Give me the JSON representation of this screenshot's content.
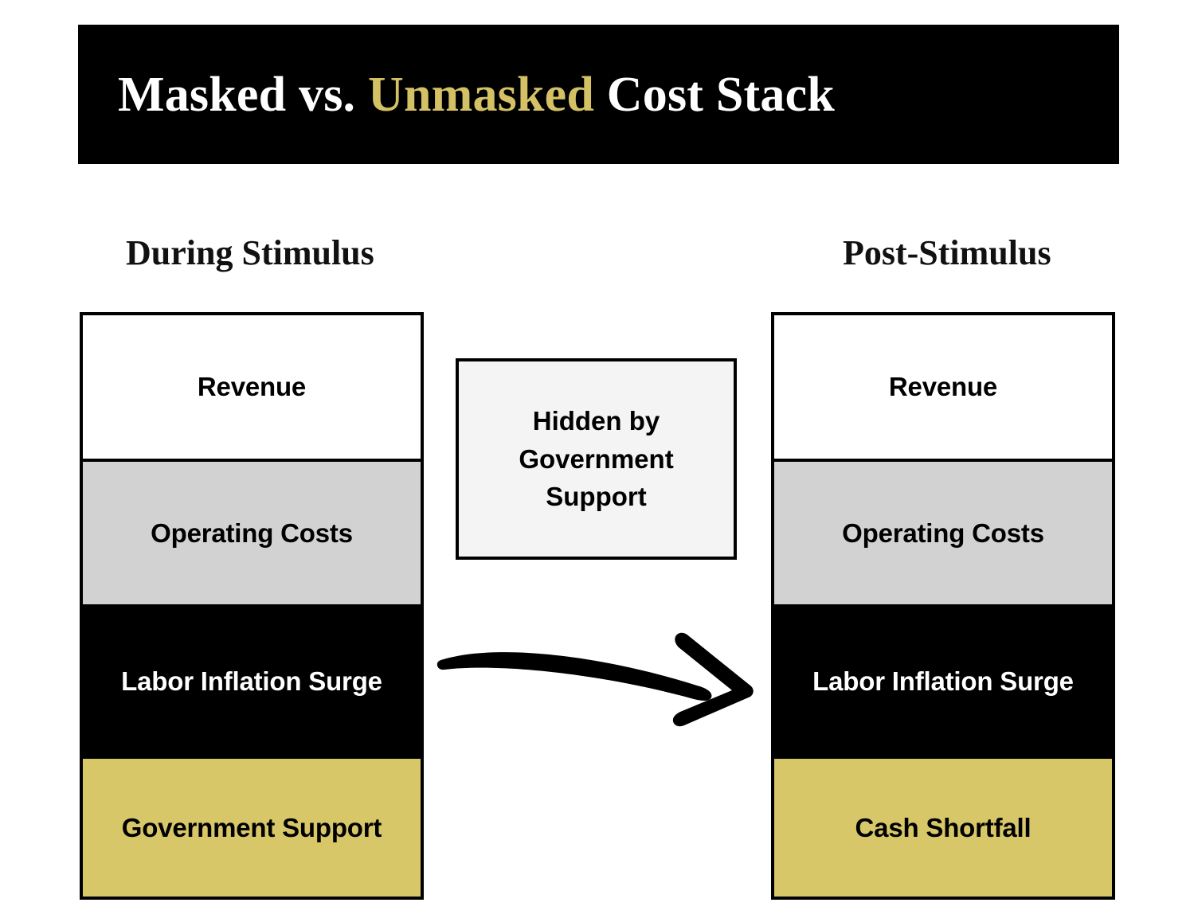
{
  "title": {
    "prefix": "Masked vs. ",
    "highlight": "Unmasked",
    "suffix": " Cost Stack",
    "highlight_color": "#d4c166",
    "banner_color": "#000000",
    "text_color": "#ffffff"
  },
  "columns": {
    "left": {
      "header": "During Stimulus",
      "segments": [
        {
          "label": "Revenue",
          "fill": "#ffffff",
          "text_color": "#000000"
        },
        {
          "label": "Operating Costs",
          "fill": "#d2d2d2",
          "text_color": "#000000"
        },
        {
          "label": "Labor Inflation Surge",
          "fill": "#000000",
          "text_color": "#ffffff"
        },
        {
          "label": "Government Support",
          "fill": "#d8c768",
          "text_color": "#000000"
        }
      ]
    },
    "right": {
      "header": "Post-Stimulus",
      "segments": [
        {
          "label": "Revenue",
          "fill": "#ffffff",
          "text_color": "#000000"
        },
        {
          "label": "Operating Costs",
          "fill": "#d2d2d2",
          "text_color": "#000000"
        },
        {
          "label": "Labor Inflation Surge",
          "fill": "#000000",
          "text_color": "#ffffff"
        },
        {
          "label": "Cash Shortfall",
          "fill": "#d8c768",
          "text_color": "#000000"
        }
      ]
    }
  },
  "callout": {
    "text": "Hidden by\nGovernment\nSupport",
    "fill": "#f4f4f4",
    "border_color": "#000000"
  },
  "arrow": {
    "name": "curved-right-arrow",
    "color": "#000000",
    "direction": "right"
  }
}
